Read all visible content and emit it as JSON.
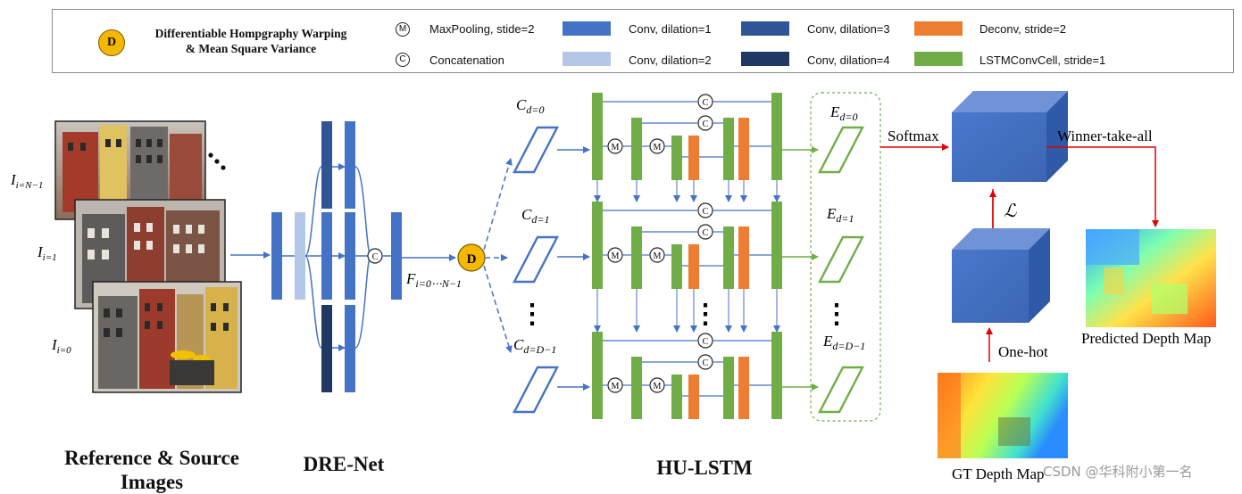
{
  "legend": {
    "d_symbol": "D",
    "d_text_line1": "Differentiable Hompgraphy Warping",
    "d_text_line2": "& Mean Square Variance",
    "maxpool_symbol": "M",
    "maxpool_label": "MaxPooling, stide=2",
    "concat_symbol": "C",
    "concat_label": "Concatenation",
    "conv1_label": "Conv, dilation=1",
    "conv2_label": "Conv, dilation=2",
    "conv3_label": "Conv, dilation=3",
    "conv4_label": "Conv, dilation=4",
    "deconv_label": "Deconv, stride=2",
    "lstm_label": "LSTMConvCell, stride=1",
    "colors": {
      "conv1": "#4472c4",
      "conv2": "#b4c7e7",
      "conv3": "#2f5597",
      "conv4": "#1f3864",
      "deconv": "#ed7d31",
      "lstm": "#70ad47",
      "d_fill": "#f5b800"
    }
  },
  "images": {
    "label_n1_base": "I",
    "label_n1_sub": "i=N−1",
    "label_1_base": "I",
    "label_1_sub": "i=1",
    "label_0_base": "I",
    "label_0_sub": "i=0",
    "dots": "⋰"
  },
  "dre": {
    "feature_base": "F",
    "feature_sub": "i=0⋯N−1"
  },
  "hulstm": {
    "cost_base": "C",
    "cost_sub_0": "d=0",
    "cost_sub_1": "d=1",
    "cost_sub_last": "d=D−1",
    "out_base": "E",
    "out_sub_0": "d=0",
    "out_sub_1": "d=1",
    "out_sub_last": "d=D−1",
    "vdots": "⋮"
  },
  "output": {
    "softmax": "Softmax",
    "winner": "Winner-take-all",
    "loss": "ℒ",
    "onehot": "One-hot",
    "predicted": "Predicted Depth Map",
    "gt": "GT Depth Map"
  },
  "captions": {
    "ref_line1": "Reference & Source",
    "ref_line2": "Images",
    "dre": "DRE-Net",
    "hulstm": "HU-LSTM"
  },
  "watermark": "CSDN @华科附小第一名"
}
